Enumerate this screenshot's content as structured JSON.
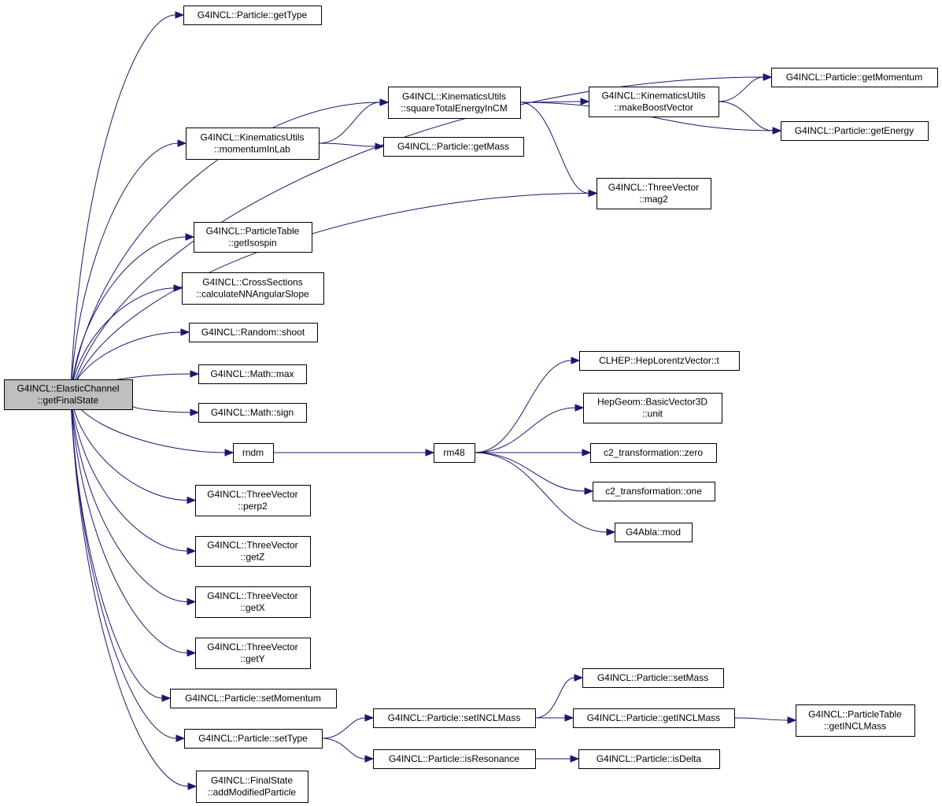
{
  "graph": {
    "nodes": [
      {
        "id": "root",
        "lines": [
          "G4INCL::ElasticChannel",
          "::getFinalState"
        ]
      },
      {
        "id": "p_getType",
        "lines": [
          "G4INCL::Particle::getType"
        ]
      },
      {
        "id": "p_getMomentum",
        "lines": [
          "G4INCL::Particle::getMomentum"
        ]
      },
      {
        "id": "ku_square",
        "lines": [
          "G4INCL::KinematicsUtils",
          "::squareTotalEnergyInCM"
        ]
      },
      {
        "id": "ku_boost",
        "lines": [
          "G4INCL::KinematicsUtils",
          "::makeBoostVector"
        ]
      },
      {
        "id": "p_getEnergy",
        "lines": [
          "G4INCL::Particle::getEnergy"
        ]
      },
      {
        "id": "ku_momLab",
        "lines": [
          "G4INCL::KinematicsUtils",
          "::momentumInLab"
        ]
      },
      {
        "id": "p_getMass",
        "lines": [
          "G4INCL::Particle::getMass"
        ]
      },
      {
        "id": "tv_mag2",
        "lines": [
          "G4INCL::ThreeVector",
          "::mag2"
        ]
      },
      {
        "id": "pt_isospin",
        "lines": [
          "G4INCL::ParticleTable",
          "::getIsospin"
        ]
      },
      {
        "id": "cs_nnslope",
        "lines": [
          "G4INCL::CrossSections",
          "::calculateNNAngularSlope"
        ]
      },
      {
        "id": "rnd_shoot",
        "lines": [
          "G4INCL::Random::shoot"
        ]
      },
      {
        "id": "m_max",
        "lines": [
          "G4INCL::Math::max"
        ]
      },
      {
        "id": "m_sign",
        "lines": [
          "G4INCL::Math::sign"
        ]
      },
      {
        "id": "rndm",
        "lines": [
          "rndm"
        ]
      },
      {
        "id": "rm48",
        "lines": [
          "rm48"
        ]
      },
      {
        "id": "hlv_t",
        "lines": [
          "CLHEP::HepLorentzVector::t"
        ]
      },
      {
        "id": "bv_unit",
        "lines": [
          "HepGeom::BasicVector3D",
          "::unit"
        ]
      },
      {
        "id": "c2_zero",
        "lines": [
          "c2_transformation::zero"
        ]
      },
      {
        "id": "c2_one",
        "lines": [
          "c2_transformation::one"
        ]
      },
      {
        "id": "abla_mod",
        "lines": [
          "G4Abla::mod"
        ]
      },
      {
        "id": "tv_perp2",
        "lines": [
          "G4INCL::ThreeVector",
          "::perp2"
        ]
      },
      {
        "id": "tv_getZ",
        "lines": [
          "G4INCL::ThreeVector",
          "::getZ"
        ]
      },
      {
        "id": "tv_getX",
        "lines": [
          "G4INCL::ThreeVector",
          "::getX"
        ]
      },
      {
        "id": "tv_getY",
        "lines": [
          "G4INCL::ThreeVector",
          "::getY"
        ]
      },
      {
        "id": "p_setMomentum",
        "lines": [
          "G4INCL::Particle::setMomentum"
        ]
      },
      {
        "id": "p_setType",
        "lines": [
          "G4INCL::Particle::setType"
        ]
      },
      {
        "id": "p_setINCLMass",
        "lines": [
          "G4INCL::Particle::setINCLMass"
        ]
      },
      {
        "id": "p_setMass",
        "lines": [
          "G4INCL::Particle::setMass"
        ]
      },
      {
        "id": "p_getINCLMass",
        "lines": [
          "G4INCL::Particle::getINCLMass"
        ]
      },
      {
        "id": "pt_getINCLMass",
        "lines": [
          "G4INCL::ParticleTable",
          "::getINCLMass"
        ]
      },
      {
        "id": "p_isResonance",
        "lines": [
          "G4INCL::Particle::isResonance"
        ]
      },
      {
        "id": "p_isDelta",
        "lines": [
          "G4INCL::Particle::isDelta"
        ]
      },
      {
        "id": "fs_addModified",
        "lines": [
          "G4INCL::FinalState",
          "::addModifiedParticle"
        ]
      }
    ],
    "edges": [
      [
        "root",
        "p_getType"
      ],
      [
        "root",
        "p_getMomentum"
      ],
      [
        "root",
        "ku_square"
      ],
      [
        "root",
        "ku_momLab"
      ],
      [
        "root",
        "tv_mag2"
      ],
      [
        "root",
        "pt_isospin"
      ],
      [
        "root",
        "cs_nnslope"
      ],
      [
        "root",
        "rnd_shoot"
      ],
      [
        "root",
        "m_max"
      ],
      [
        "root",
        "m_sign"
      ],
      [
        "root",
        "rndm"
      ],
      [
        "root",
        "tv_perp2"
      ],
      [
        "root",
        "tv_getZ"
      ],
      [
        "root",
        "tv_getX"
      ],
      [
        "root",
        "tv_getY"
      ],
      [
        "root",
        "p_setMomentum"
      ],
      [
        "root",
        "p_setType"
      ],
      [
        "root",
        "fs_addModified"
      ],
      [
        "ku_square",
        "ku_boost"
      ],
      [
        "ku_square",
        "p_getEnergy"
      ],
      [
        "ku_square",
        "tv_mag2"
      ],
      [
        "ku_boost",
        "p_getMomentum"
      ],
      [
        "ku_boost",
        "p_getEnergy"
      ],
      [
        "ku_momLab",
        "ku_square"
      ],
      [
        "ku_momLab",
        "p_getMass"
      ],
      [
        "rndm",
        "rm48"
      ],
      [
        "rm48",
        "hlv_t"
      ],
      [
        "rm48",
        "bv_unit"
      ],
      [
        "rm48",
        "c2_zero"
      ],
      [
        "rm48",
        "c2_one"
      ],
      [
        "rm48",
        "abla_mod"
      ],
      [
        "p_setType",
        "p_setINCLMass"
      ],
      [
        "p_setType",
        "p_isResonance"
      ],
      [
        "p_setINCLMass",
        "p_setMass"
      ],
      [
        "p_setINCLMass",
        "p_getINCLMass"
      ],
      [
        "p_getINCLMass",
        "pt_getINCLMass"
      ],
      [
        "p_isResonance",
        "p_isDelta"
      ]
    ],
    "colors": {
      "edge": "#191970",
      "root_fill": "#bfbfbf",
      "node_fill": "#ffffff",
      "border": "#000000"
    }
  }
}
